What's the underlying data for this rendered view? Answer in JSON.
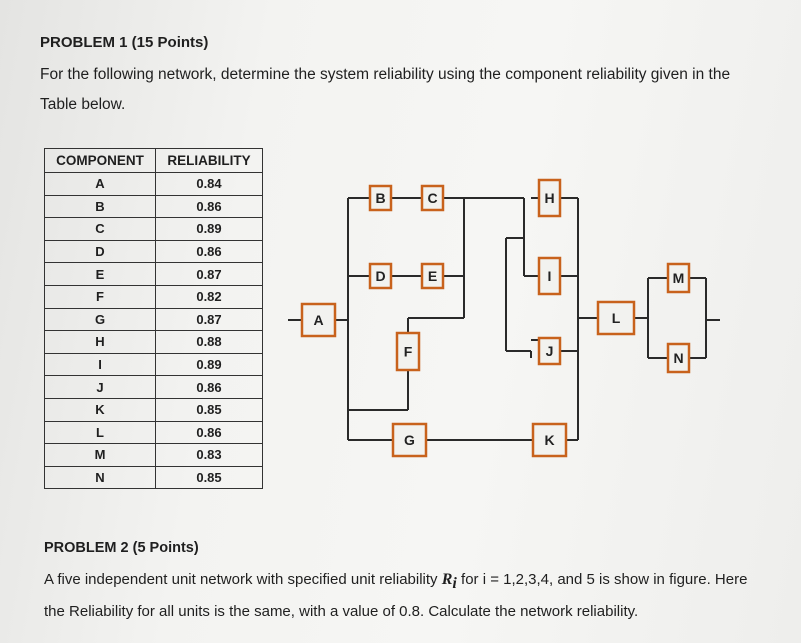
{
  "problem1": {
    "title": "PROBLEM 1 (15 Points)",
    "text": "For the following network, determine the system reliability using the component reliability given in the Table below."
  },
  "table": {
    "headers": [
      "COMPONENT",
      "RELIABILITY"
    ],
    "rows": [
      [
        "A",
        "0.84"
      ],
      [
        "B",
        "0.86"
      ],
      [
        "C",
        "0.89"
      ],
      [
        "D",
        "0.86"
      ],
      [
        "E",
        "0.87"
      ],
      [
        "F",
        "0.82"
      ],
      [
        "G",
        "0.87"
      ],
      [
        "H",
        "0.88"
      ],
      [
        "I",
        "0.89"
      ],
      [
        "J",
        "0.86"
      ],
      [
        "K",
        "0.85"
      ],
      [
        "L",
        "0.86"
      ],
      [
        "M",
        "0.83"
      ],
      [
        "N",
        "0.85"
      ]
    ]
  },
  "diagram": {
    "components": [
      "A",
      "B",
      "C",
      "D",
      "E",
      "F",
      "G",
      "H",
      "I",
      "J",
      "K",
      "L",
      "M",
      "N"
    ],
    "box_stroke": "#c8621c",
    "line_color": "#2a2a2a"
  },
  "problem2": {
    "title": "PROBLEM 2 (5 Points)",
    "text_before": "A five independent unit network with specified unit reliability ",
    "symbol": "R",
    "subscript": "i",
    "text_after": " for i = 1,2,3,4, and 5 is show in figure. Here the Reliability for all units is the same, with a value of 0.8. Calculate the network reliability."
  }
}
